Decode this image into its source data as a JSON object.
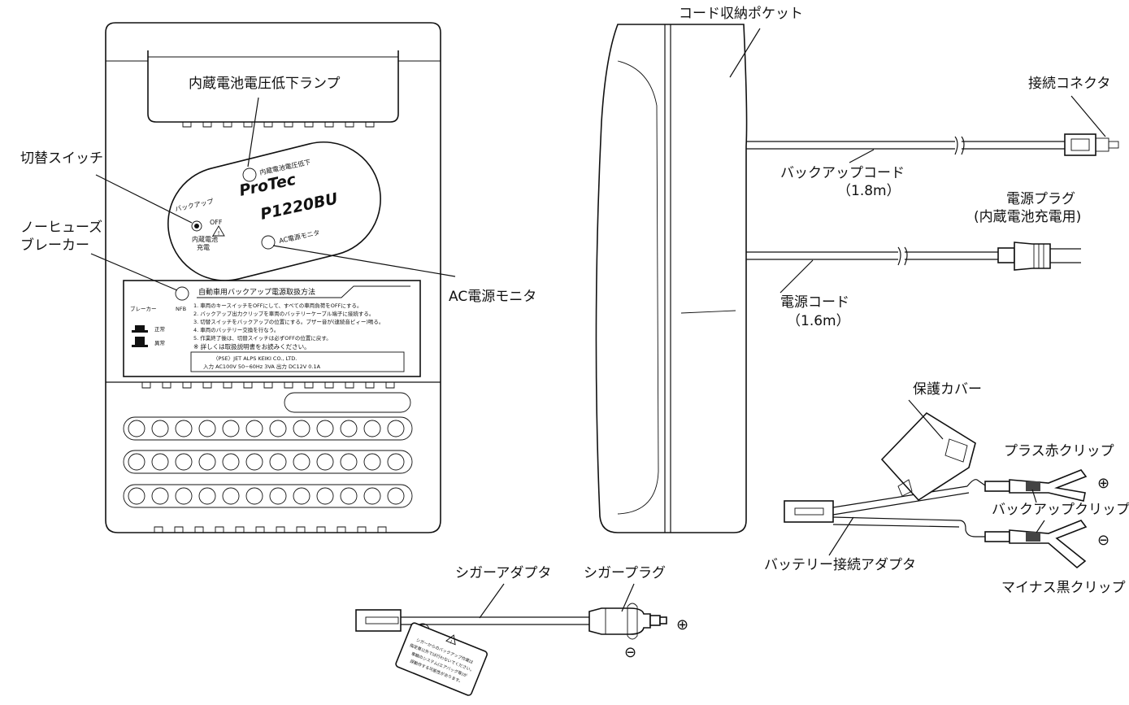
{
  "labels": {
    "lamp": "内蔵電池電圧低下ランプ",
    "switch": "切替スイッチ",
    "breaker_line1": "ノーヒューズ",
    "breaker_line2": "ブレーカー",
    "ac_monitor": "AC電源モニタ",
    "cord_pocket": "コード収納ポケット",
    "connector": "接続コネクタ",
    "backup_cord": "バックアップコード",
    "backup_cord_len": "（1.8m）",
    "power_plug": "電源プラグ",
    "power_plug_note": "(内蔵電池充電用)",
    "power_cord": "電源コード",
    "power_cord_len": "（1.6m）",
    "protect_cover": "保護カバー",
    "plus_clip": "プラス赤クリップ",
    "backup_clip": "バックアップクリップ",
    "battery_adapter": "バッテリー接続アダプタ",
    "minus_clip": "マイナス黒クリップ",
    "cigar_adapter": "シガーアダプタ",
    "cigar_plug": "シガープラグ",
    "plus_sign": "⊕",
    "minus_sign": "⊖"
  },
  "panel": {
    "brand": "ProTec",
    "model": "P1220BU",
    "lamp_label": "内蔵電池電圧低下",
    "backup_label": "バックアップ",
    "off_label": "OFF",
    "charge_label_1": "内蔵電池",
    "charge_label_2": "充電",
    "ac_label": "AC電源モニタ"
  },
  "plate": {
    "title": "自動車用バックアップ電源取扱方法",
    "breaker": "ブレーカー",
    "nfb": "NFB",
    "normal": "正常",
    "abnormal": "異常",
    "steps": [
      "1. 車両のキースイッチをOFFにして、すべての車両負荷をOFFにする。",
      "2. バックアップ出力クリップを車両のバッテリーケーブル端子に接続する。",
      "3. 切替スイッチをバックアップの位置にする。ブザー音が(連続音ピィー)鳴る。",
      "4. 車両のバッテリー交換を行なう。",
      "5. 作業終了後は、切替スイッチは必ずOFFの位置に戻す。"
    ],
    "note": "※ 詳しくは取扱説明書をお読みください。",
    "spec1": "〈PSE〉JET      ALPS KEIKI CO., LTD.",
    "spec2": "入力  AC100V  50−60Hz  3VA    出力  DC12V  0.1A"
  },
  "tag": {
    "lines": [
      "シガーからのバックアップ作業は",
      "指定車以外では行わないでください。",
      "車輌のシステム(エアバッグ等)が",
      "誤動作する可能性があります。"
    ]
  }
}
